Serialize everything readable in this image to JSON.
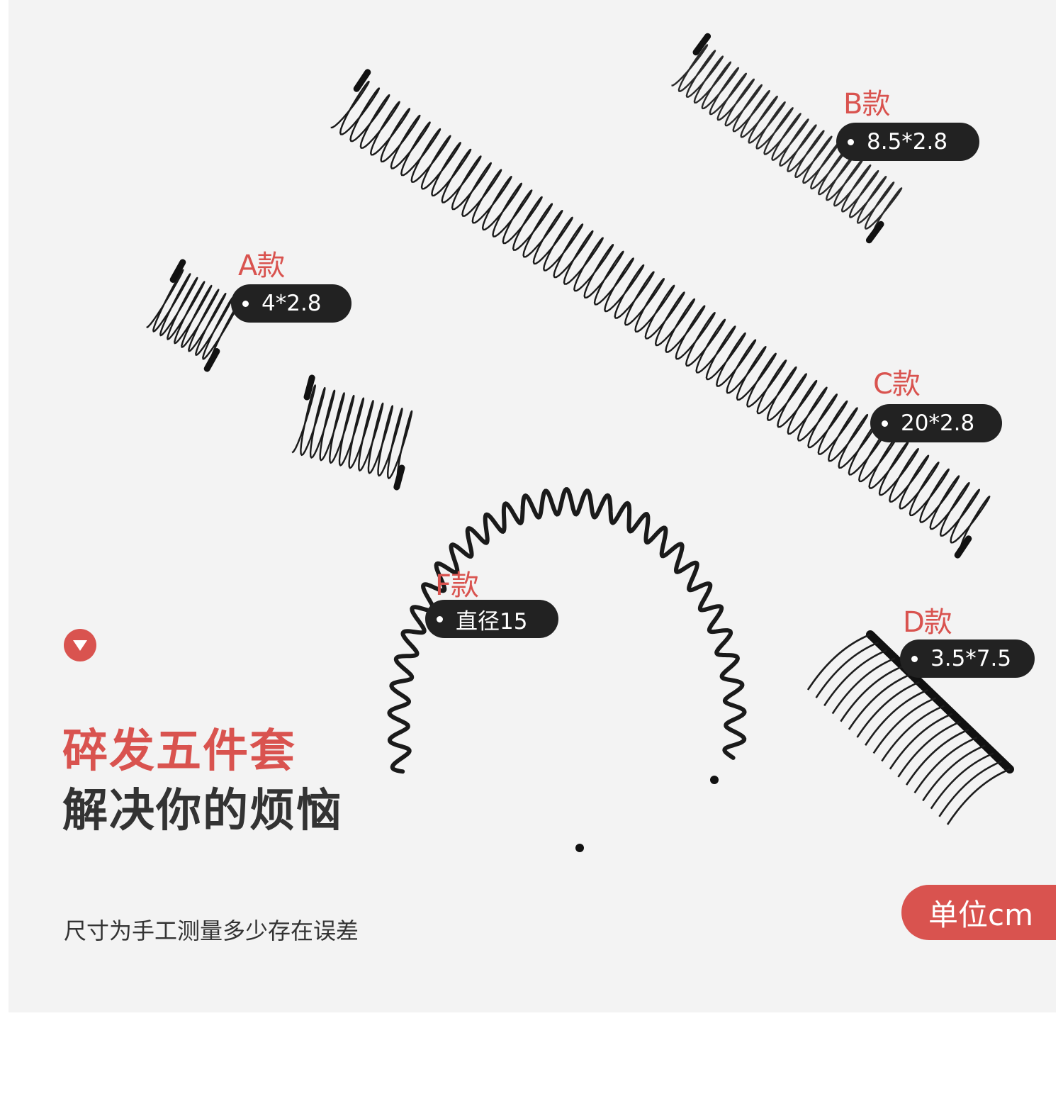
{
  "products": {
    "a": {
      "tag": "A款",
      "size": "4*2.8"
    },
    "b": {
      "tag": "B款",
      "size": "8.5*2.8"
    },
    "c": {
      "tag": "C款",
      "size": "20*2.8"
    },
    "d": {
      "tag": "D款",
      "size": "3.5*7.5"
    },
    "f": {
      "tag": "F款",
      "size": "直径15"
    }
  },
  "headline": {
    "line1": "碎发五件套",
    "line2": "解决你的烦恼"
  },
  "note": "尺寸为手工测量多少存在误差",
  "unit": "单位cm",
  "colors": {
    "accent": "#d9534f",
    "pill": "#222222",
    "background": "#f3f3f3",
    "heading": "#333333"
  },
  "icons": {
    "badge": "triangle-down-icon"
  }
}
